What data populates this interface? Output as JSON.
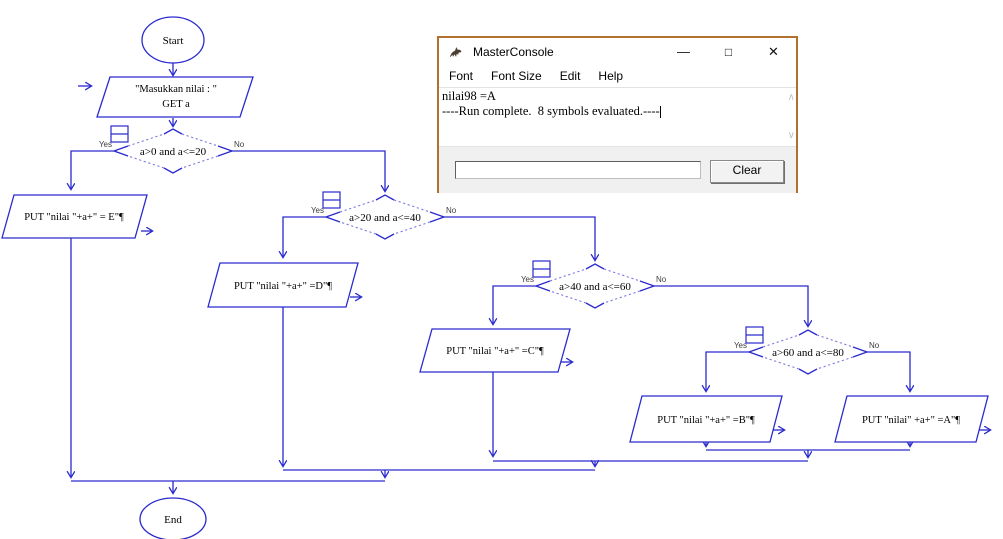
{
  "window": {
    "title": "MasterConsole",
    "menu": {
      "font": "Font",
      "font_size": "Font Size",
      "edit": "Edit",
      "help": "Help"
    },
    "controls": {
      "minimize": "—",
      "maximize": "□",
      "close": "✕"
    },
    "console_lines": {
      "line1": "nilai98 =A",
      "line2": "----Run complete.  8 symbols evaluated.----"
    },
    "scrollbar": {
      "up": "∧",
      "down": "∨"
    },
    "input_value": "",
    "clear_label": "Clear",
    "colors": {
      "border": "#b2702f",
      "panel": "#f0f0f0"
    }
  },
  "flowchart": {
    "colors": {
      "line": "#2a2ace"
    },
    "start_label": "Start",
    "end_label": "End",
    "yes_label": "Yes",
    "no_label": "No",
    "input_node": {
      "line1": "\"Masukkan nilai : \"",
      "line2": "GET a"
    },
    "decisions": {
      "d1": "a>0 and a<=20",
      "d2": "a>20 and a<=40",
      "d3": "a>40 and a<=60",
      "d4": "a>60 and a<=80"
    },
    "outputs": {
      "e": "PUT \"nilai \"+a+\" = E\"¶",
      "d": "PUT \"nilai \"+a+\" =D\"¶",
      "c": "PUT \"nilai \"+a+\" =C\"¶",
      "b": "PUT \"nilai \"+a+\" =B\"¶",
      "a": "PUT \"nilai\" +a+\" =A\"¶"
    }
  }
}
